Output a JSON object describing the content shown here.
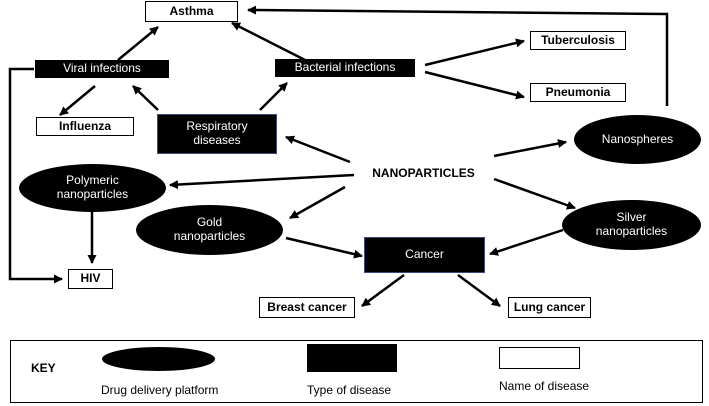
{
  "nodes": {
    "asthma": "Asthma",
    "tuberculosis": "Tuberculosis",
    "pneumonia": "Pneumonia",
    "influenza": "Influenza",
    "hiv": "HIV",
    "breast_cancer": "Breast cancer",
    "lung_cancer": "Lung cancer",
    "viral_infections": "Viral infections",
    "bacterial_infections": "Bacterial infections",
    "respiratory_line1": "Respiratory",
    "respiratory_line2": "diseases",
    "cancer": "Cancer",
    "nanoparticles": "NANOPARTICLES",
    "nanospheres": "Nanospheres",
    "polymeric_line1": "Polymeric",
    "polymeric_line2": "nanoparticles",
    "gold_line1": "Gold",
    "gold_line2": "nanoparticles",
    "silver_line1": "Silver",
    "silver_line2": "nanoparticles"
  },
  "key": {
    "title": "KEY",
    "drug_delivery_platform": "Drug delivery platform",
    "type_of_disease": "Type of disease",
    "name_of_disease": "Name of disease"
  },
  "colors": {
    "platform_fill": "#000000",
    "disease_type_fill": "#000000",
    "disease_name_fill": "#ffffff",
    "framed_border": "#3c4a7a"
  }
}
